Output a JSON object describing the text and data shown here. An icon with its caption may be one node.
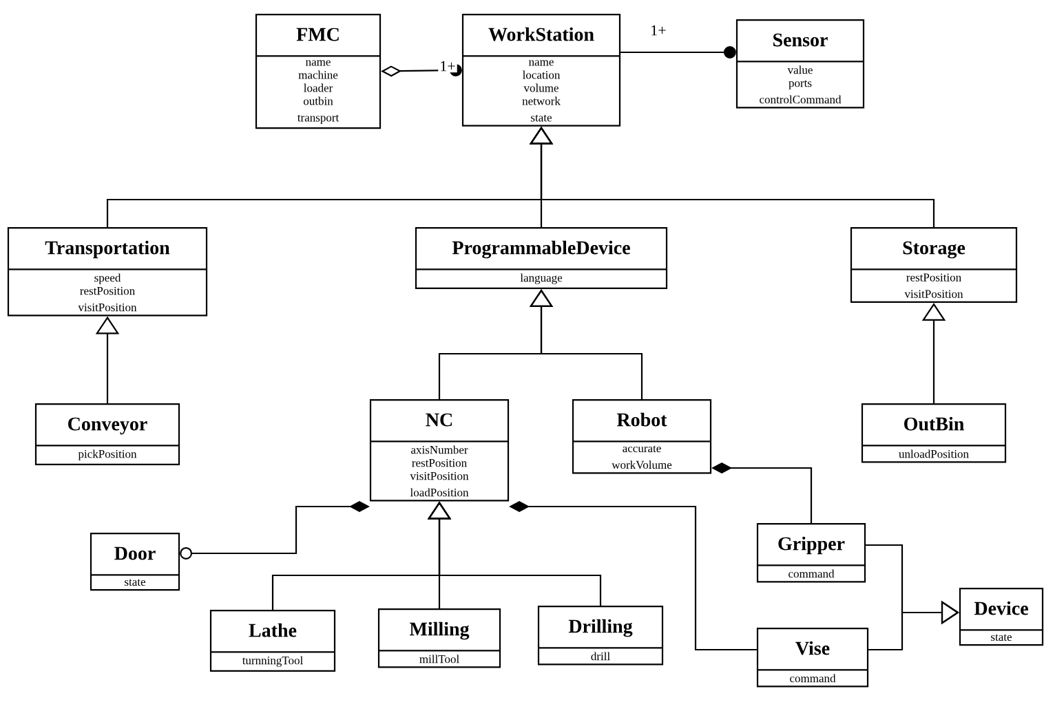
{
  "diagram": {
    "nodes": [
      {
        "text": [
          "FMC",
          "name",
          "machine",
          "loader",
          "outbin",
          "transport"
        ]
      },
      {
        "text": [
          "WorkStation",
          "name",
          "location",
          "volume",
          "network",
          "state"
        ]
      },
      {
        "text": [
          "Sensor",
          "value",
          "ports",
          "controlCommand"
        ]
      },
      {
        "text": [
          "Transportation",
          "speed",
          "restPosition",
          "visitPosition"
        ]
      },
      {
        "text": [
          "ProgrammableDevice",
          "language"
        ]
      },
      {
        "text": [
          "Storage",
          "restPosition",
          "visitPosition"
        ]
      },
      {
        "text": [
          "Conveyor",
          "pickPosition"
        ]
      },
      {
        "text": [
          "NC",
          "axisNumber",
          "restPosition",
          "visitPosition",
          "loadPosition"
        ]
      },
      {
        "text": [
          "Robot",
          "accurate",
          "workVolume"
        ]
      },
      {
        "text": [
          "OutBin",
          "unloadPosition"
        ]
      },
      {
        "text": [
          "Door",
          "state"
        ]
      },
      {
        "text": [
          "Lathe",
          "turnningTool"
        ]
      },
      {
        "text": [
          "Milling",
          "millTool"
        ]
      },
      {
        "text": [
          "Drilling",
          "drill"
        ]
      },
      {
        "text": [
          "Gripper",
          "command"
        ]
      },
      {
        "text": [
          "Device",
          "state"
        ]
      },
      {
        "text": [
          "Vise",
          "command"
        ]
      }
    ],
    "edges": [
      {
        "from": 0,
        "to": 1,
        "arrow": "other",
        "label": "1+"
      },
      {
        "from": 1,
        "to": 2,
        "arrow": "other",
        "label": "1+"
      },
      {
        "from": 3,
        "to": 1,
        "arrow": "to"
      },
      {
        "from": 4,
        "to": 1,
        "arrow": "to"
      },
      {
        "from": 5,
        "to": 1,
        "arrow": "to"
      },
      {
        "from": 6,
        "to": 3,
        "arrow": "to"
      },
      {
        "from": 7,
        "to": 4,
        "arrow": "to"
      },
      {
        "from": 8,
        "to": 4,
        "arrow": "to"
      },
      {
        "from": 9,
        "to": 5,
        "arrow": "to"
      },
      {
        "from": 8,
        "to": 14,
        "arrow": "other"
      },
      {
        "from": 7,
        "to": 10,
        "arrow": "other"
      },
      {
        "from": 7,
        "to": 16,
        "arrow": "other"
      },
      {
        "from": 11,
        "to": 7,
        "arrow": "to"
      },
      {
        "from": 12,
        "to": 7,
        "arrow": "to"
      },
      {
        "from": 13,
        "to": 7,
        "arrow": "to"
      },
      {
        "from": 14,
        "to": 15,
        "arrow": "to"
      },
      {
        "from": 16,
        "to": 15,
        "arrow": "to"
      }
    ]
  }
}
